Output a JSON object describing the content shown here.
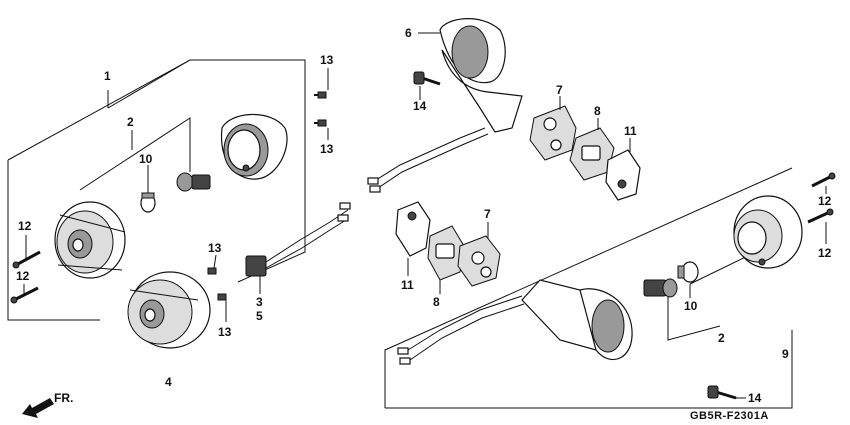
{
  "diagram": {
    "reference_code": "GB5R-F2301A",
    "direction_label": "FR.",
    "callouts": {
      "left_assembly": "1",
      "left_bulb_socket": "2",
      "right_bulb_socket": "2",
      "harness": "3",
      "left_lens": "4",
      "harness_b": "5",
      "upper_stay": "6",
      "upper_gasket_7": "7",
      "lower_gasket_7": "7",
      "upper_plate_8": "8",
      "lower_plate_8": "8",
      "right_assembly": "9",
      "left_bulb": "10",
      "right_bulb": "10",
      "upper_plate_11": "11",
      "lower_plate_11": "11",
      "left_screw_upper": "12",
      "left_screw_lower": "12",
      "right_screw_upper": "12",
      "right_screw_lower": "12",
      "top_screw_upper": "13",
      "top_screw_lower": "13",
      "mid_screw_upper": "13",
      "mid_screw_lower": "13",
      "upper_bolt": "14",
      "lower_bolt": "14"
    }
  }
}
